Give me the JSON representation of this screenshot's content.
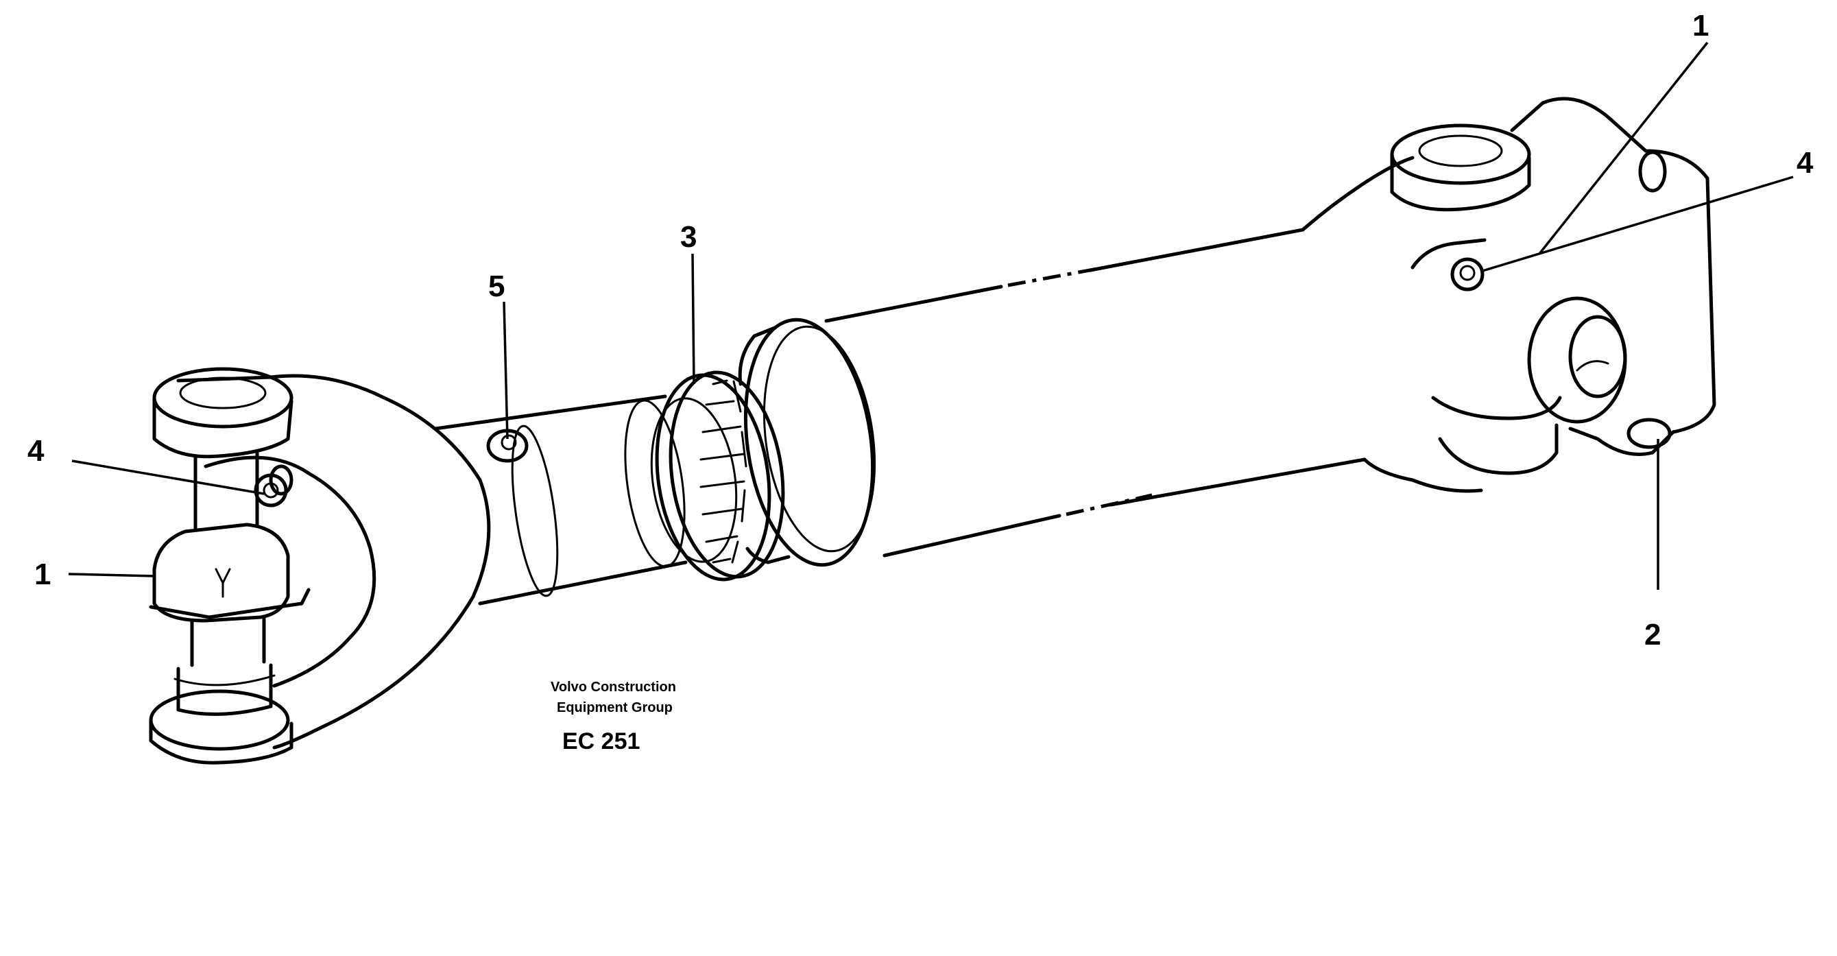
{
  "callouts": {
    "c1_left": "1",
    "c4_left": "4",
    "c5": "5",
    "c3": "3",
    "c1_right": "1",
    "c4_right": "4",
    "c2": "2"
  },
  "credit": {
    "line1": "Volvo Construction",
    "line2": "Equipment Group"
  },
  "drawing_code": "EC 251"
}
